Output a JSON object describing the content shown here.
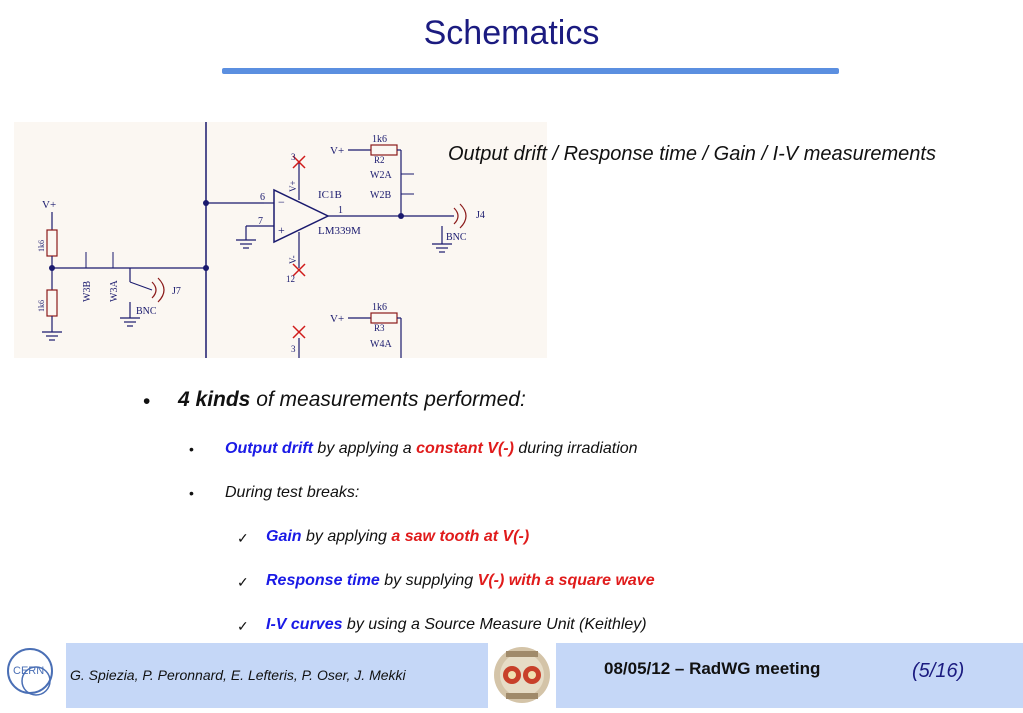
{
  "slide": {
    "title": "Schematics",
    "subtitle": "Output drift / Response time / Gain / I-V measurements"
  },
  "schematic": {
    "labels": {
      "ic": "IC1B",
      "part": "LM339M",
      "pin6": "6",
      "pin7": "7",
      "pin1": "1",
      "vplus": "V+",
      "r1_val": "1k6",
      "r1_name": "R2",
      "r2_val": "1k6",
      "r2_name": "R3",
      "tp_w2a": "W2A",
      "tp_w2b": "W2B",
      "tp_w4a": "W4A",
      "tp_w3b": "W3B",
      "tp_w3a": "W3A",
      "j4": "J4",
      "j7": "J7",
      "bnc1": "BNC",
      "bnc2": "BNC",
      "v_plus_pin": "V+",
      "v_minus_pin": "V-",
      "pin3": "3",
      "pin12": "12",
      "rl1": "1k6",
      "rl2": "1k6"
    }
  },
  "bullets": {
    "main": {
      "bold": "4 kinds",
      "rest": " of measurements performed:"
    },
    "output_drift": {
      "a": "Output drift",
      "b": " by applying a ",
      "c": "constant V(-)",
      "d": " during irradiation"
    },
    "test_breaks": "During test breaks:",
    "gain": {
      "a": "Gain",
      "b": " by applying ",
      "c": "a saw tooth at V(-)"
    },
    "response": {
      "a": "Response time",
      "b": " by supplying ",
      "c": "V(-) with a square wave"
    },
    "iv": {
      "a": "I-V curves",
      "b": " by using a Source Measure Unit (Keithley)"
    },
    "bullet_char": "•",
    "check_char": "✓"
  },
  "footer": {
    "logo_text": "CERN",
    "authors": "G. Spiezia, P. Peronnard, E. Lefteris, P. Oser, J. Mekki",
    "meeting": "08/05/12 – RadWG meeting",
    "page": "(5/16)"
  },
  "colors": {
    "title": "#1b1b80",
    "rule": "#5b8fe0",
    "blue": "#1a1ae6",
    "red": "#e01b1b",
    "footer_bg": "#c5d7f7",
    "wire": "#1a1a6e",
    "part": "#8b1a1a"
  }
}
